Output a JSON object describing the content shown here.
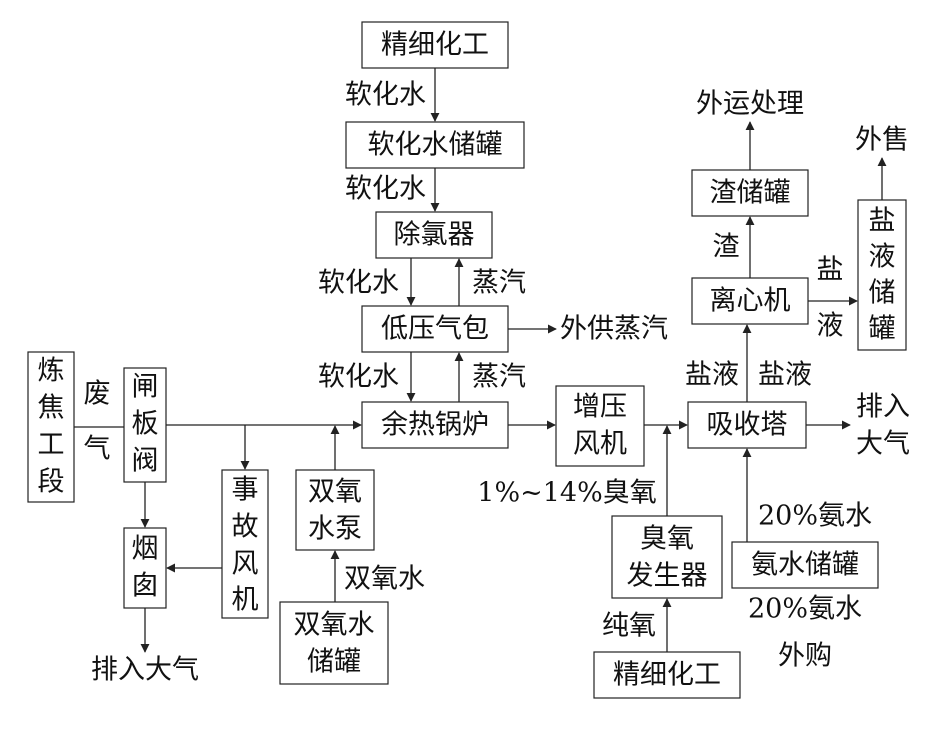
{
  "nodes": {
    "coking": [
      "炼",
      "焦",
      "工",
      "段"
    ],
    "gate_valve": [
      "闸",
      "板",
      "阀"
    ],
    "chimney": [
      "烟",
      "囱"
    ],
    "emergency_fan": [
      "事",
      "故",
      "风",
      "机"
    ],
    "h2o2_pump": [
      "双氧",
      "水泵"
    ],
    "h2o2_tank": [
      "双氧水",
      "储罐"
    ],
    "fine_chem_top": "精细化工",
    "soft_water_tank": "软化水储罐",
    "dechlorinator": "除氯器",
    "low_pressure_drum": "低压气包",
    "waste_heat_boiler": "余热锅炉",
    "booster_fan": [
      "增压",
      "风机"
    ],
    "ozone_generator": [
      "臭氧",
      "发生器"
    ],
    "fine_chem_bottom": "精细化工",
    "absorption_tower": "吸收塔",
    "ammonia_tank": "氨水储罐",
    "centrifuge": "离心机",
    "residue_tank": "渣储罐",
    "brine_tank": [
      "盐",
      "液",
      "储",
      "罐"
    ]
  },
  "labels": {
    "waste_gas": [
      "废",
      "气"
    ],
    "soft_water_1": "软化水",
    "soft_water_2": "软化水",
    "soft_water_3": "软化水",
    "soft_water_4": "软化水",
    "steam_1": "蒸汽",
    "steam_2": "蒸汽",
    "external_steam": "外供蒸汽",
    "h2o2": "双氧水",
    "ozone_pct": "1%~14%臭氧",
    "pure_oxygen": "纯氧",
    "ammonia_20_a": "20%氨水",
    "ammonia_20_b": "20%氨水",
    "purchased": "外购",
    "brine_1": "盐液",
    "brine_2": "盐液",
    "residue": "渣",
    "brine_vertical": [
      "盐",
      "液"
    ],
    "external_disposal": "外运处理",
    "sale": "外售",
    "to_atmosphere_right": [
      "排入",
      "大气"
    ],
    "to_atmosphere_bottom": "排入大气"
  }
}
